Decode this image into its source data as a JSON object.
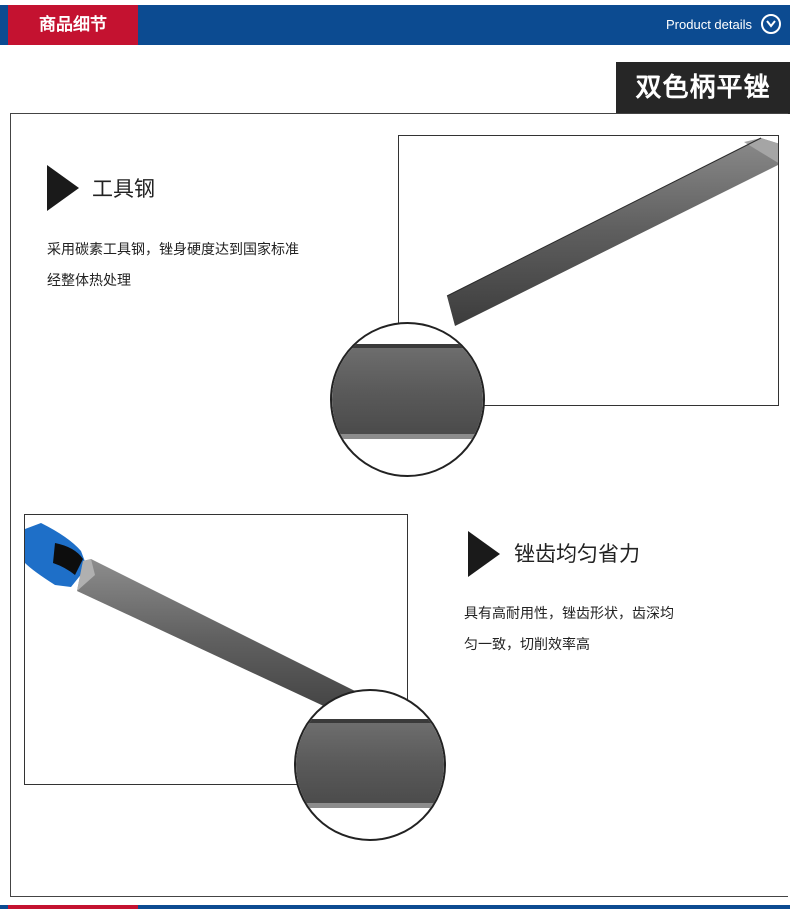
{
  "header": {
    "tab_label": "商品细节",
    "english_label": "Product details",
    "chevron_icon": "chevron-down-circle-icon"
  },
  "title": "双色柄平锉",
  "features": [
    {
      "title": "工具钢",
      "desc_line1": "采用碳素工具钢，锉身硬度达到国家标准",
      "desc_line2": "经整体热处理"
    },
    {
      "title": "锉齿均匀省力",
      "desc_line1": "具有高耐用性，锉齿形状，齿深均",
      "desc_line2": "匀一致，切削效率高"
    }
  ],
  "colors": {
    "header_blue": "#0c4b91",
    "tab_red": "#c41230",
    "title_bg": "#262626",
    "handle_blue": "#1e6fc8"
  }
}
